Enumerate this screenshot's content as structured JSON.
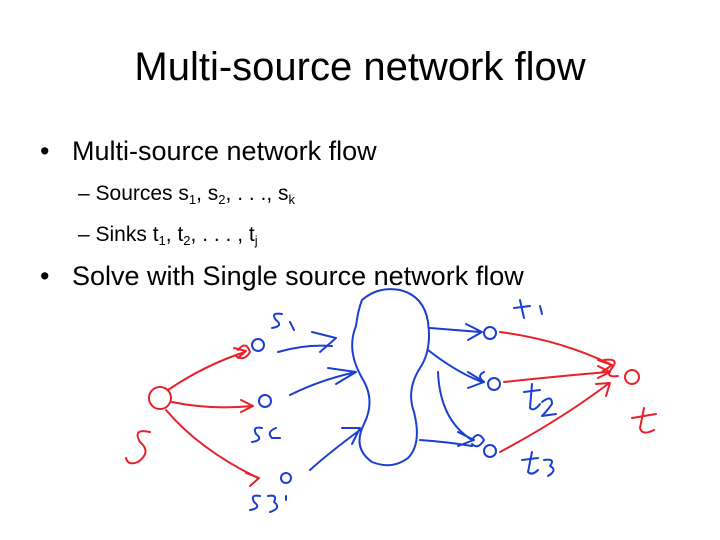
{
  "slide": {
    "title": "Multi-source network flow",
    "bullets": [
      {
        "text": "Multi-source network flow",
        "subitems": [
          {
            "prefix": "Sources s",
            "items": [
              "1",
              "2",
              "k"
            ],
            "separator": ", . . ., "
          },
          {
            "prefix": "Sinks t",
            "items": [
              "1",
              "2",
              "j"
            ],
            "separator": ", . . . , "
          }
        ]
      },
      {
        "text": "Solve with Single source network flow"
      }
    ]
  },
  "annotations": {
    "colors": {
      "pen_red": "#e8202a",
      "pen_blue": "#1a3fd0"
    },
    "handwritten_labels": [
      "s1",
      "s2",
      "s3",
      "t1",
      "t2",
      "t3",
      "s",
      "t"
    ]
  }
}
